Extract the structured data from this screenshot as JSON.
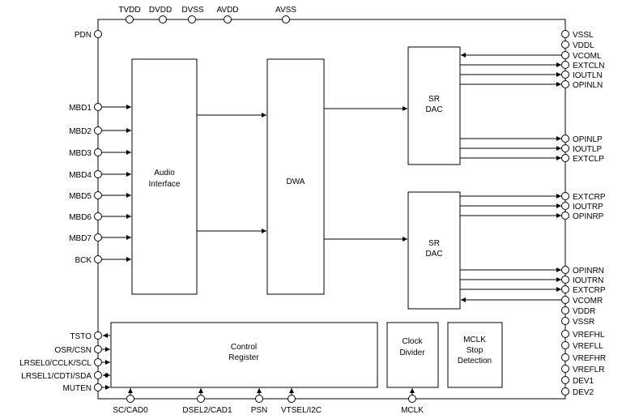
{
  "pins": {
    "top": [
      "TVDD",
      "DVDD",
      "DVSS",
      "AVDD",
      "AVSS"
    ],
    "left_power": "PDN",
    "left_inputs": [
      "MBD1",
      "MBD2",
      "MBD3",
      "MBD4",
      "MBD5",
      "MBD6",
      "MBD7",
      "BCK"
    ],
    "left_control": [
      "TSTO",
      "OSR/CSN",
      "LRSEL0/CCLK/SCL",
      "LRSEL1/CDTI/SDA",
      "MUTEN"
    ],
    "bottom": [
      "SC/CAD0",
      "DSEL2/CAD1",
      "PSN",
      "VTSEL/I2C",
      "MCLK"
    ],
    "right": [
      "VSSL",
      "VDDL",
      "VCOML",
      "EXTCLN",
      "IOUTLN",
      "OPINLN",
      "OPINLP",
      "IOUTLP",
      "EXTCLP",
      "EXTCRP",
      "IOUTRP",
      "OPINRP",
      "OPINRN",
      "IOUTRN",
      "EXTCRP",
      "VCOMR",
      "VDDR",
      "VSSR",
      "VREFHL",
      "VREFLL",
      "VREFHR",
      "VREFLR",
      "DEV1",
      "DEV2"
    ]
  },
  "blocks": {
    "audio_interface": [
      "Audio",
      "Interface"
    ],
    "dwa": "DWA",
    "sr_dac_left": [
      "SR",
      "DAC"
    ],
    "sr_dac_right": [
      "SR",
      "DAC"
    ],
    "control_register": [
      "Control",
      "Register"
    ],
    "clock_divider": [
      "Clock",
      "Divider"
    ],
    "mclk_stop": [
      "MCLK",
      "Stop",
      "Detection"
    ]
  }
}
